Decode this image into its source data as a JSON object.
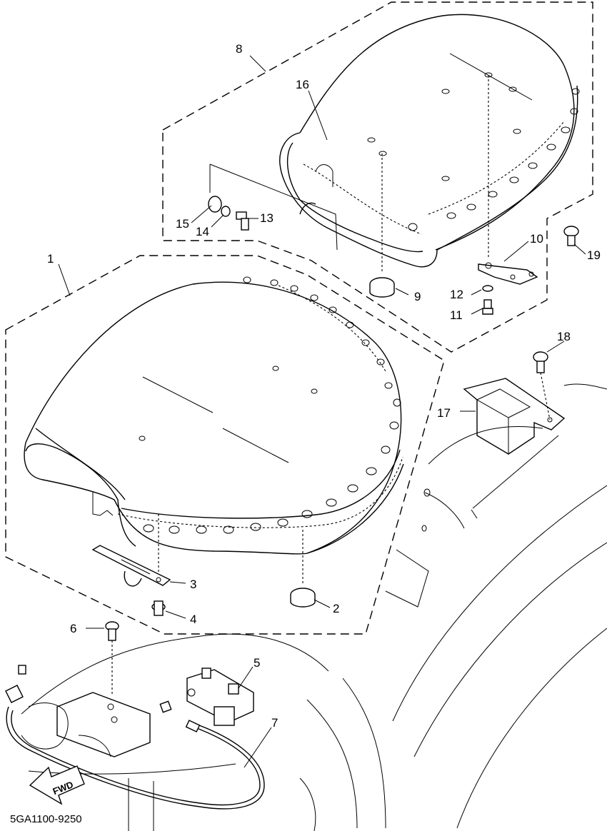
{
  "diagram": {
    "callouts": [
      {
        "id": "1",
        "label": "1"
      },
      {
        "id": "2",
        "label": "2"
      },
      {
        "id": "3",
        "label": "3"
      },
      {
        "id": "4",
        "label": "4"
      },
      {
        "id": "5",
        "label": "5"
      },
      {
        "id": "6",
        "label": "6"
      },
      {
        "id": "7",
        "label": "7"
      },
      {
        "id": "8",
        "label": "8"
      },
      {
        "id": "9",
        "label": "9"
      },
      {
        "id": "10",
        "label": "10"
      },
      {
        "id": "11",
        "label": "11"
      },
      {
        "id": "12",
        "label": "12"
      },
      {
        "id": "13",
        "label": "13"
      },
      {
        "id": "14",
        "label": "14"
      },
      {
        "id": "15",
        "label": "15"
      },
      {
        "id": "16",
        "label": "16"
      },
      {
        "id": "17",
        "label": "17"
      },
      {
        "id": "18",
        "label": "18"
      },
      {
        "id": "19",
        "label": "19"
      }
    ],
    "fwd_label": "FWD",
    "diagram_code": "5GA1100-9250"
  }
}
